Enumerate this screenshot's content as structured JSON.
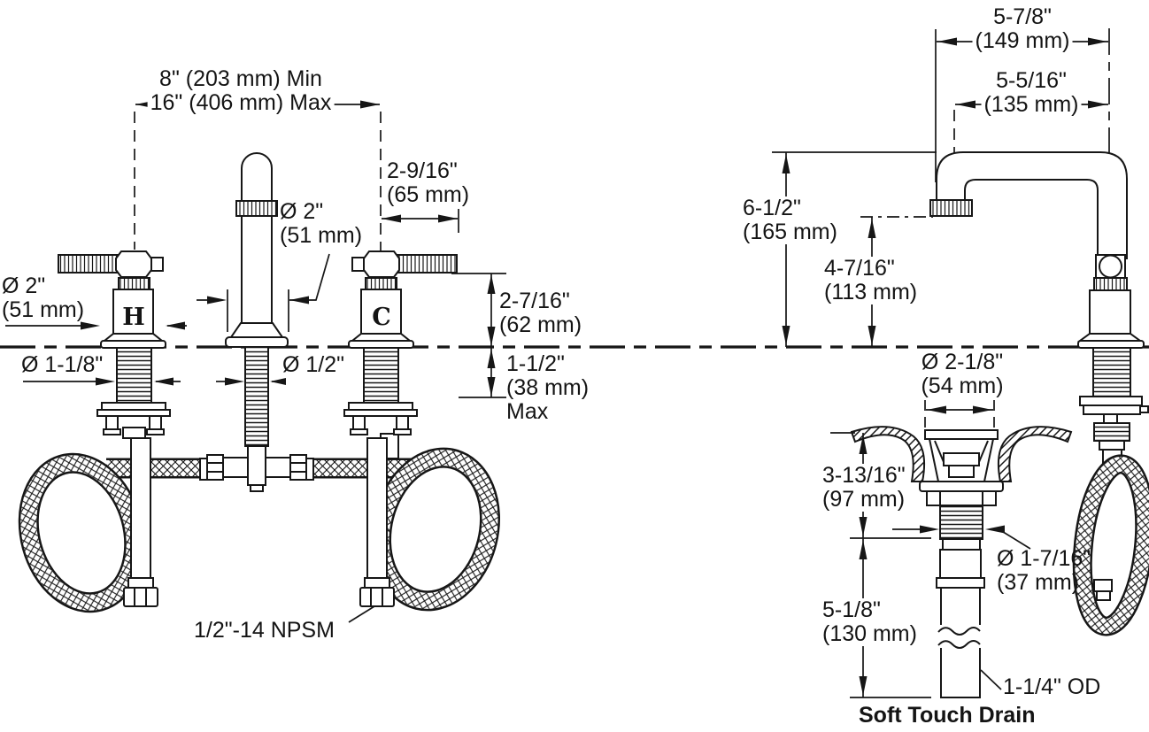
{
  "drawing_title": "Widespread lavatory faucet dimension diagram",
  "colors": {
    "line": "#161616",
    "background": "#ffffff"
  },
  "front_view": {
    "spread_min": "8\" (203 mm) Min",
    "spread_max": "16\" (406 mm) Max",
    "spout_offset": {
      "l1": "2-9/16\"",
      "l2": "(65 mm)"
    },
    "spout_dia": {
      "l1": "Ø 2\"",
      "l2": "(51 mm)"
    },
    "handle_dia": {
      "l1": "Ø 2\"",
      "l2": "(51 mm)"
    },
    "handle_height": {
      "l1": "2-7/16\"",
      "l2": "(62 mm)"
    },
    "deck_thickness": {
      "l1": "1-1/2\"",
      "l2": "(38 mm)",
      "l3": "Max"
    },
    "valve_shank_dia": "Ø 1-1/8\"",
    "spout_shank_dia": "Ø 1/2\"",
    "supply_thread": "1/2\"-14 NPSM",
    "hot_letter": "H",
    "cold_letter": "C"
  },
  "side_view": {
    "reach_overall": {
      "l1": "5-7/8\"",
      "l2": "(149 mm)"
    },
    "reach_aerator": {
      "l1": "5-5/16\"",
      "l2": "(135 mm)"
    },
    "height_overall": {
      "l1": "6-1/2\"",
      "l2": "(165 mm)"
    },
    "height_aerator": {
      "l1": "4-7/16\"",
      "l2": "(113 mm)"
    }
  },
  "drain_view": {
    "flange_dia": {
      "l1": "Ø 2-1/8\"",
      "l2": "(54 mm)"
    },
    "upper_length": {
      "l1": "3-13/16\"",
      "l2": "(97 mm)"
    },
    "tail_length": {
      "l1": "5-1/8\"",
      "l2": "(130 mm)"
    },
    "thread_dia": {
      "l1": "Ø 1-7/16\"",
      "l2": "(37 mm)"
    },
    "tail_od": "1-1/4\" OD",
    "caption": "Soft Touch Drain"
  }
}
